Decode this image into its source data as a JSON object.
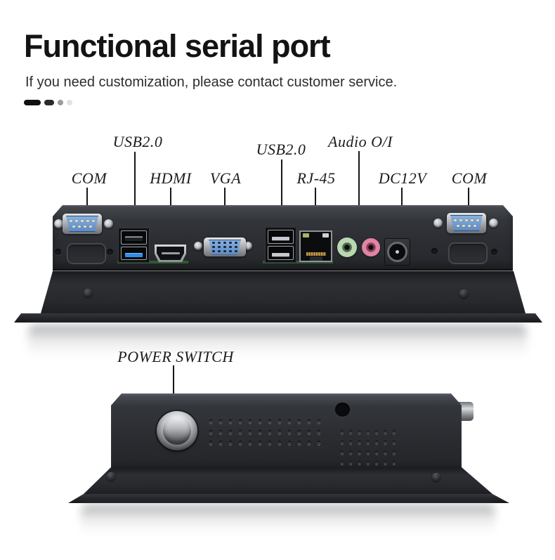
{
  "header": {
    "title": "Functional serial port",
    "subtitle": "If you need customization, please contact customer service."
  },
  "carousel": {
    "dot_count": 4,
    "active_index": 0
  },
  "top_panel": {
    "labels": {
      "com_left": "COM",
      "usb20_left": "USB2.0",
      "hdmi": "HDMI",
      "vga": "VGA",
      "usb20_right": "USB2.0",
      "rj45": "RJ-45",
      "audio": "Audio O/I",
      "dc12v": "DC12V",
      "com_right": "COM"
    }
  },
  "bottom_panel": {
    "labels": {
      "power_switch": "POWER SWITCH"
    }
  },
  "colors": {
    "serial_port_blue": "#6f9ed9",
    "usb3_tongue_blue": "#2f8fe8",
    "audio_out_green": "#b9d8b2",
    "audio_in_pink": "#e084a3",
    "pcb_green": "#2e5a33",
    "chassis_dark": "#2b2d32"
  }
}
